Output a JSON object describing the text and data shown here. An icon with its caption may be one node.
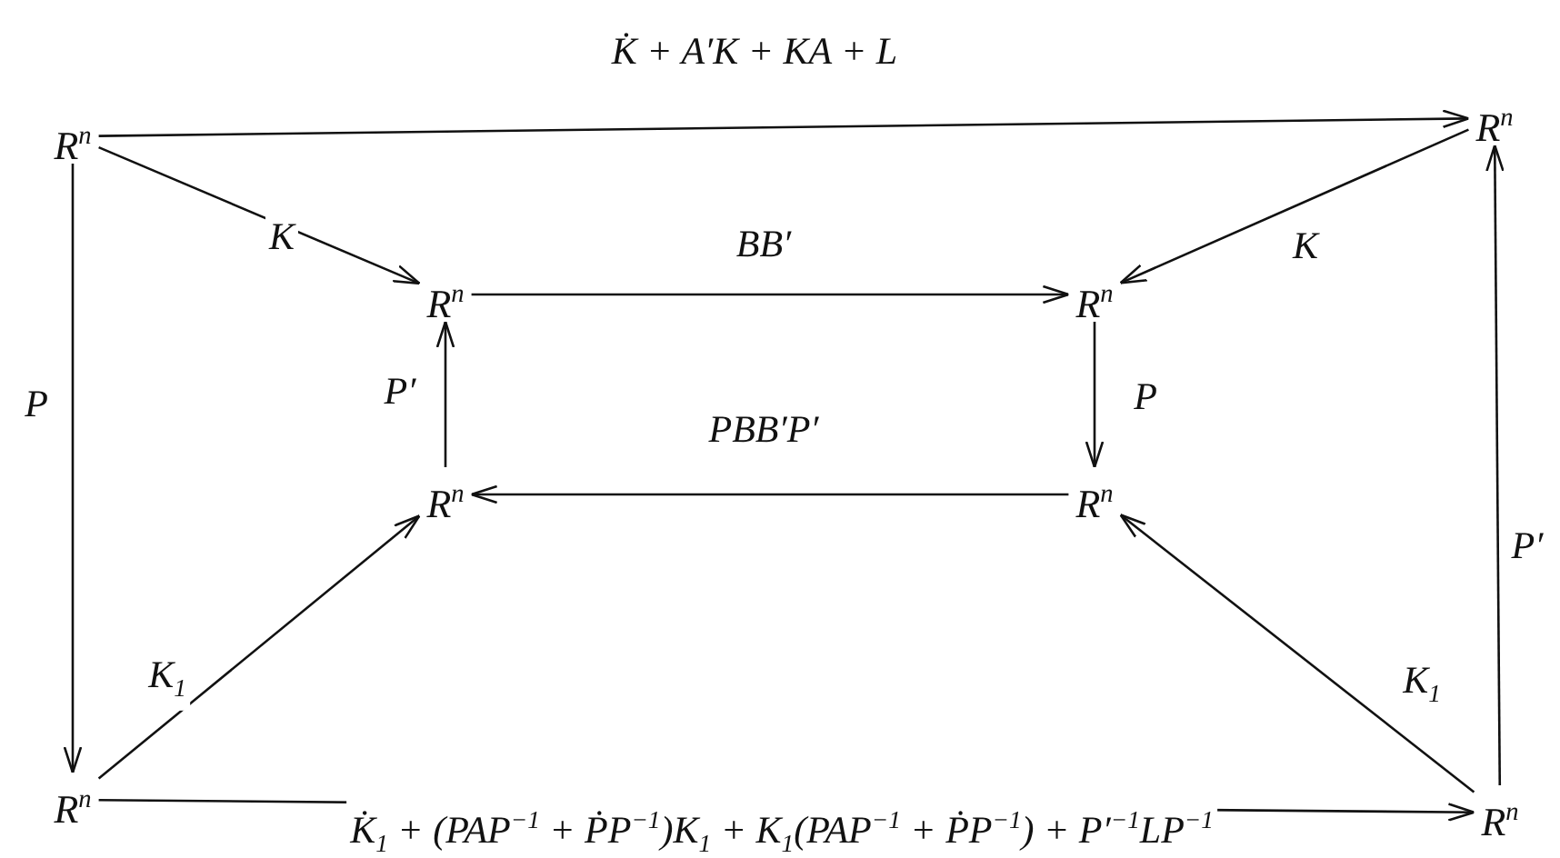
{
  "diagram": {
    "nodes": [
      {
        "text": [
          "R$^{n}$"
        ]
      },
      {
        "text": [
          "R$^{n}$"
        ]
      },
      {
        "text": [
          "R$^{n}$"
        ]
      },
      {
        "text": [
          "R$^{n}$"
        ]
      },
      {
        "text": [
          "R$^{n}$"
        ]
      },
      {
        "text": [
          "R$^{n}$"
        ]
      },
      {
        "text": [
          "R$^{n}$"
        ]
      },
      {
        "text": [
          "R$^{n}$"
        ]
      }
    ],
    "edges": [
      {
        "from": 0,
        "to": 1,
        "arrow": "to",
        "label": "K̇ + A′K + KA + L"
      },
      {
        "from": 0,
        "to": 2,
        "arrow": "to",
        "label": "K"
      },
      {
        "from": 1,
        "to": 3,
        "arrow": "to",
        "label": "K"
      },
      {
        "from": 2,
        "to": 3,
        "arrow": "to",
        "label": "BB′"
      },
      {
        "from": 3,
        "to": 5,
        "arrow": "to",
        "label": "P"
      },
      {
        "from": 5,
        "to": 4,
        "arrow": "to",
        "label": "PBB′P′"
      },
      {
        "from": 4,
        "to": 2,
        "arrow": "to",
        "label": "P′"
      },
      {
        "from": 0,
        "to": 6,
        "arrow": "to",
        "label": "P"
      },
      {
        "from": 6,
        "to": 4,
        "arrow": "to",
        "label": "K$_{1}$"
      },
      {
        "from": 7,
        "to": 5,
        "arrow": "to",
        "label": "K$_{1}$"
      },
      {
        "from": 6,
        "to": 7,
        "arrow": "to",
        "label": "K̇$_{1}$ + (PAP$^{−1}$ + ṖP$^{−1}$)K$_{1}$ + K$_{1}$(PAP$^{−1}$ + ṖP$^{−1}$) + P′$^{−1}$LP$^{−1}$"
      },
      {
        "from": 7,
        "to": 1,
        "arrow": "to",
        "label": "P′"
      }
    ]
  }
}
